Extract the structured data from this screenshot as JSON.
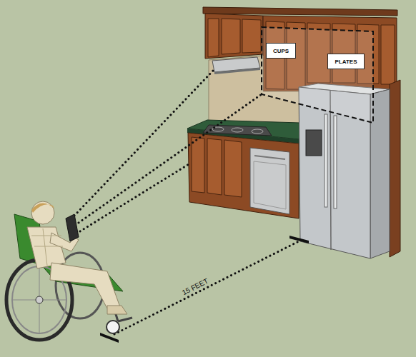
{
  "diagram": {
    "nodes": [
      {
        "text": [
          "CUPS"
        ]
      },
      {
        "text": [
          "PLATES"
        ]
      }
    ],
    "labels": [
      "15 FEET"
    ]
  }
}
